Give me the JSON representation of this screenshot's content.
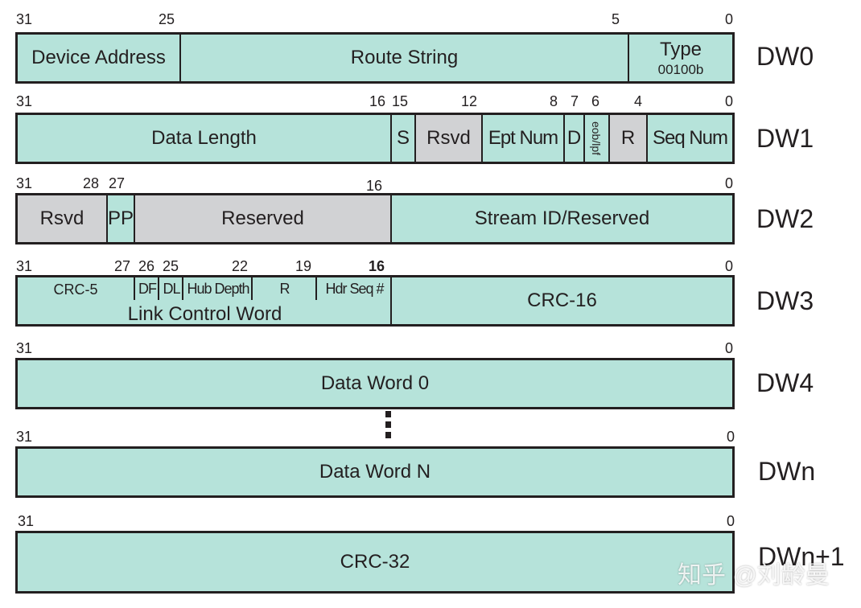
{
  "dw0": {
    "bits": {
      "b31": "31",
      "b25": "25",
      "b5": "5",
      "b0": "0"
    },
    "device_address": "Device Address",
    "route_string": "Route String",
    "type_label": "Type",
    "type_value": "00100b",
    "label": "DW0"
  },
  "dw1": {
    "bits": {
      "b31": "31",
      "b16": "16",
      "b15": "15",
      "b12": "12",
      "b8": "8",
      "b7": "7",
      "b6": "6",
      "b4": "4",
      "b0": "0"
    },
    "data_length": "Data Length",
    "s": "S",
    "rsvd": "Rsvd",
    "ept_num": "Ept Num",
    "d": "D",
    "eob_lpf": "eob/lpf",
    "r": "R",
    "seq_num": "Seq Num",
    "label": "DW1"
  },
  "dw2": {
    "bits": {
      "b31": "31",
      "b28": "28",
      "b27": "27",
      "b16": "16",
      "b0": "0"
    },
    "rsvd": "Rsvd",
    "pp": "PP",
    "reserved": "Reserved",
    "stream_id": "Stream ID/Reserved",
    "label": "DW2"
  },
  "dw3": {
    "bits": {
      "b31": "31",
      "b27": "27",
      "b26": "26",
      "b25": "25",
      "b22": "22",
      "b19": "19",
      "b16": "16",
      "b0": "0"
    },
    "crc5": "CRC-5",
    "df": "DF",
    "dl": "DL",
    "hub_depth": "Hub Depth",
    "r": "R",
    "hdr_seq": "Hdr Seq #",
    "link_control_word": "Link Control Word",
    "crc16": "CRC-16",
    "label": "DW3"
  },
  "dw4": {
    "bits": {
      "b31": "31",
      "b0": "0"
    },
    "data_word": "Data Word 0",
    "label": "DW4"
  },
  "dwn": {
    "bits": {
      "b31": "31",
      "b0": "0"
    },
    "data_word": "Data Word N",
    "label": "DWn"
  },
  "dwn1": {
    "bits": {
      "b31": "31",
      "b0": "0"
    },
    "crc32": "CRC-32",
    "label": "DWn+1"
  },
  "watermark": "知乎 @刘龄曼",
  "colors": {
    "teal": "#b6e3da",
    "gray": "#d1d2d4",
    "line": "#231f20"
  }
}
